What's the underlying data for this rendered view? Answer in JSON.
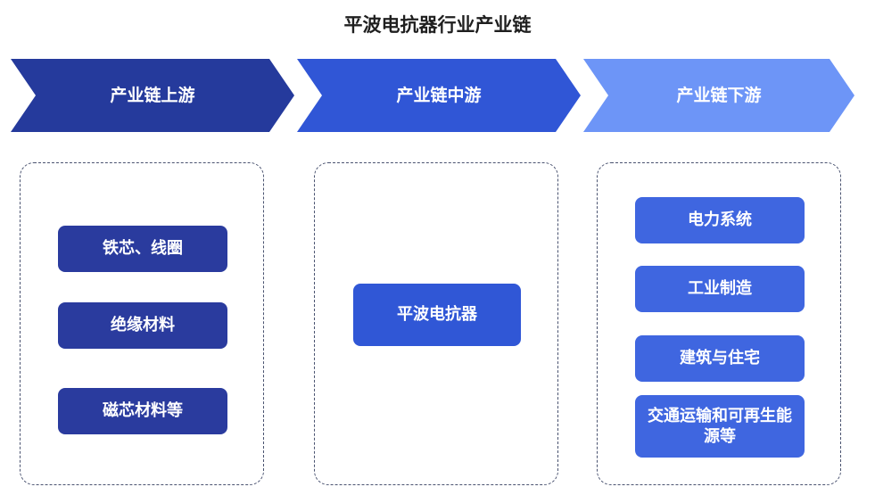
{
  "title": "平波电抗器行业产业链",
  "stages": [
    {
      "label": "产业链上游",
      "color": "#253a9c"
    },
    {
      "label": "产业链中游",
      "color": "#3056d6"
    },
    {
      "label": "产业链下游",
      "color": "#6d95f7"
    }
  ],
  "upstream": {
    "items": [
      "铁芯、线圈",
      "绝缘材料",
      "磁芯材料等"
    ]
  },
  "midstream": {
    "items": [
      "平波电抗器"
    ]
  },
  "downstream": {
    "items": [
      "电力系统",
      "工业制造",
      "建筑与住宅",
      "交通运输和可再生能源等"
    ]
  }
}
